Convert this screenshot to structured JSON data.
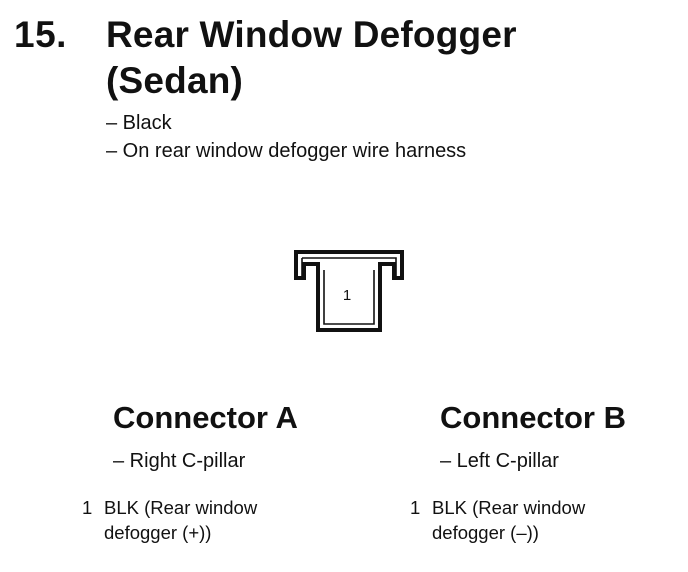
{
  "section": {
    "number": "15.",
    "title_line1": "Rear Window Defogger",
    "title_line2": "(Sedan)"
  },
  "notes": [
    "– Black",
    "– On rear window defogger wire harness"
  ],
  "diagram": {
    "pin_label": "1"
  },
  "connectors": [
    {
      "heading": "Connector A",
      "location": "– Right C-pillar",
      "pins": [
        {
          "number": "1",
          "description": "BLK (Rear window\ndefogger (+))"
        }
      ]
    },
    {
      "heading": "Connector B",
      "location": "– Left C-pillar",
      "pins": [
        {
          "number": "1",
          "description": "BLK (Rear window\ndefogger (–))"
        }
      ]
    }
  ]
}
